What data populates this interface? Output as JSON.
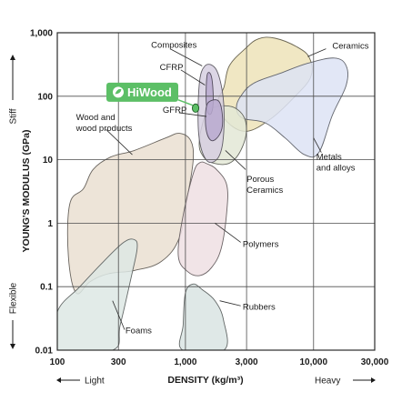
{
  "chart_data": {
    "type": "scatter",
    "title": "",
    "xlabel": "DENSITY (kg/m³)",
    "ylabel": "YOUNG'S MODULUS (GPa)",
    "x_scale": "log",
    "y_scale": "log",
    "xlim": [
      100,
      30000
    ],
    "ylim": [
      0.01,
      1000
    ],
    "grid": true,
    "x_ticks": [
      {
        "value": 100,
        "label": "100"
      },
      {
        "value": 300,
        "label": "300"
      },
      {
        "value": 1000,
        "label": "1,000"
      },
      {
        "value": 3000,
        "label": "3,000"
      },
      {
        "value": 10000,
        "label": "10,000"
      },
      {
        "value": 30000,
        "label": "30,000"
      }
    ],
    "y_ticks": [
      {
        "value": 1000,
        "label": "1,000"
      },
      {
        "value": 100,
        "label": "100"
      },
      {
        "value": 10,
        "label": "10"
      },
      {
        "value": 1,
        "label": "1"
      },
      {
        "value": 0.1,
        "label": "0.1"
      },
      {
        "value": 0.01,
        "label": "0.01"
      }
    ],
    "x_axis_notes": {
      "low": "Light",
      "high": "Heavy"
    },
    "y_axis_notes": {
      "high": "Stiff",
      "low": "Flexible"
    },
    "regions": [
      {
        "name": "Ceramics",
        "fill": "#ede3b8",
        "label": {
          "text": "Ceramics",
          "at": [
            14000,
            560
          ]
        },
        "leader": [
          [
            12500,
            560
          ],
          [
            9000,
            420
          ]
        ],
        "outline": [
          [
            2000,
            140
          ],
          [
            2200,
            300
          ],
          [
            2900,
            550
          ],
          [
            3700,
            800
          ],
          [
            5000,
            820
          ],
          [
            7400,
            600
          ],
          [
            9300,
            400
          ],
          [
            9500,
            200
          ],
          [
            7000,
            95
          ],
          [
            4700,
            45
          ],
          [
            3000,
            28
          ],
          [
            2100,
            40
          ],
          [
            1800,
            80
          ]
        ]
      },
      {
        "name": "Metals and alloys",
        "fill": "#dde3f4",
        "label": {
          "text": "Metals\nand alloys",
          "at": [
            10500,
            10
          ]
        },
        "leader": [
          [
            11500,
            13
          ],
          [
            10000,
            22
          ]
        ],
        "outline": [
          [
            2700,
            100
          ],
          [
            3400,
            160
          ],
          [
            5500,
            230
          ],
          [
            9000,
            330
          ],
          [
            14500,
            400
          ],
          [
            18000,
            300
          ],
          [
            18000,
            150
          ],
          [
            14000,
            50
          ],
          [
            11000,
            13
          ],
          [
            8500,
            12
          ],
          [
            6000,
            22
          ],
          [
            4200,
            38
          ],
          [
            2800,
            45
          ],
          [
            2500,
            65
          ]
        ]
      },
      {
        "name": "Porous Ceramics",
        "fill": "#e3e8d6",
        "label": {
          "text": "Porous\nCeramics",
          "at": [
            3000,
            4.5
          ]
        },
        "leader": [
          [
            2950,
            7
          ],
          [
            2050,
            14
          ]
        ],
        "outline": [
          [
            1350,
            35
          ],
          [
            1500,
            58
          ],
          [
            1850,
            70
          ],
          [
            2450,
            65
          ],
          [
            2950,
            40
          ],
          [
            2850,
            18
          ],
          [
            2250,
            9
          ],
          [
            1600,
            9
          ],
          [
            1350,
            12
          ],
          [
            1280,
            18
          ]
        ]
      },
      {
        "name": "Wood and wood products",
        "fill": "#eadfd1",
        "label": {
          "text": "Wood and\nwood products",
          "at": [
            140,
            42
          ]
        },
        "leader": [
          [
            240,
            30
          ],
          [
            385,
            12
          ]
        ],
        "outline": [
          [
            160,
            3.5
          ],
          [
            190,
            7
          ],
          [
            260,
            11
          ],
          [
            400,
            14
          ],
          [
            700,
            22
          ],
          [
            900,
            26
          ],
          [
            1100,
            20
          ],
          [
            1150,
            10
          ],
          [
            1050,
            3
          ],
          [
            900,
            0.6
          ],
          [
            650,
            0.25
          ],
          [
            400,
            0.18
          ],
          [
            250,
            0.16
          ],
          [
            180,
            0.12
          ],
          [
            140,
            0.08
          ],
          [
            122,
            0.3
          ],
          [
            125,
            2
          ]
        ]
      },
      {
        "name": "Foams",
        "fill": "#dde8e4",
        "label": {
          "text": "Foams",
          "at": [
            340,
            0.0185
          ]
        },
        "leader": [
          [
            335,
            0.021
          ],
          [
            270,
            0.06
          ]
        ],
        "outline": [
          [
            100,
            0.04
          ],
          [
            100,
            0.01
          ],
          [
            270,
            0.01
          ],
          [
            310,
            0.025
          ],
          [
            380,
            0.15
          ],
          [
            420,
            0.4
          ],
          [
            400,
            0.55
          ],
          [
            330,
            0.5
          ],
          [
            230,
            0.25
          ],
          [
            150,
            0.1
          ]
        ]
      },
      {
        "name": "Polymers",
        "fill": "#efdfe3",
        "label": {
          "text": "Polymers",
          "at": [
            2800,
            0.42
          ]
        },
        "leader": [
          [
            2700,
            0.5
          ],
          [
            1700,
            1
          ]
        ],
        "outline": [
          [
            950,
            1.2
          ],
          [
            1150,
            6
          ],
          [
            1300,
            9
          ],
          [
            1500,
            8.5
          ],
          [
            1750,
            7
          ],
          [
            2100,
            4
          ],
          [
            2100,
            1.5
          ],
          [
            1900,
            0.4
          ],
          [
            1600,
            0.2
          ],
          [
            1300,
            0.15
          ],
          [
            1050,
            0.17
          ],
          [
            880,
            0.3
          ]
        ]
      },
      {
        "name": "Rubbers",
        "fill": "#d9e4e3",
        "label": {
          "text": "Rubbers",
          "at": [
            2800,
            0.0435
          ]
        },
        "leader": [
          [
            2700,
            0.05
          ],
          [
            1850,
            0.06
          ]
        ],
        "outline": [
          [
            950,
            0.01
          ],
          [
            960,
            0.025
          ],
          [
            1000,
            0.08
          ],
          [
            1150,
            0.11
          ],
          [
            1350,
            0.09
          ],
          [
            1700,
            0.06
          ],
          [
            1980,
            0.03
          ],
          [
            2000,
            0.01
          ]
        ]
      },
      {
        "name": "Composites",
        "fill": "#d6cfe0",
        "label": {
          "text": "Composites",
          "at": [
            540,
            580
          ]
        },
        "leader": [
          [
            770,
            550
          ],
          [
            1350,
            300
          ]
        ],
        "outline": [
          [
            1420,
            300
          ],
          [
            1700,
            280
          ],
          [
            1900,
            150
          ],
          [
            2000,
            60
          ],
          [
            1950,
            18
          ],
          [
            1750,
            10
          ],
          [
            1450,
            10
          ],
          [
            1270,
            25
          ],
          [
            1280,
            150
          ]
        ]
      },
      {
        "name": "CFRP",
        "fill": "#b9a9cf",
        "label": {
          "text": "CFRP",
          "at": [
            630,
            260
          ]
        },
        "leader": [
          [
            920,
            260
          ],
          [
            1420,
            150
          ]
        ],
        "outline": [
          [
            1480,
            220
          ],
          [
            1600,
            200
          ],
          [
            1650,
            90
          ],
          [
            1600,
            55
          ],
          [
            1500,
            55
          ],
          [
            1450,
            90
          ]
        ]
      },
      {
        "name": "GFRP",
        "fill": "#b9a9cf",
        "label": {
          "text": "GFRP",
          "at": [
            665,
            55
          ]
        },
        "leader": [
          [
            890,
            55
          ],
          [
            1460,
            48
          ]
        ],
        "outline": [
          [
            1450,
            65
          ],
          [
            1580,
            85
          ],
          [
            1850,
            80
          ],
          [
            1950,
            40
          ],
          [
            1850,
            25
          ],
          [
            1600,
            20
          ],
          [
            1450,
            30
          ]
        ]
      }
    ],
    "highlight": {
      "name": "HiWood",
      "x": 1200,
      "y": 65,
      "color": "#5cbf66",
      "label": "HiWood",
      "icon": "leaf-icon"
    }
  }
}
